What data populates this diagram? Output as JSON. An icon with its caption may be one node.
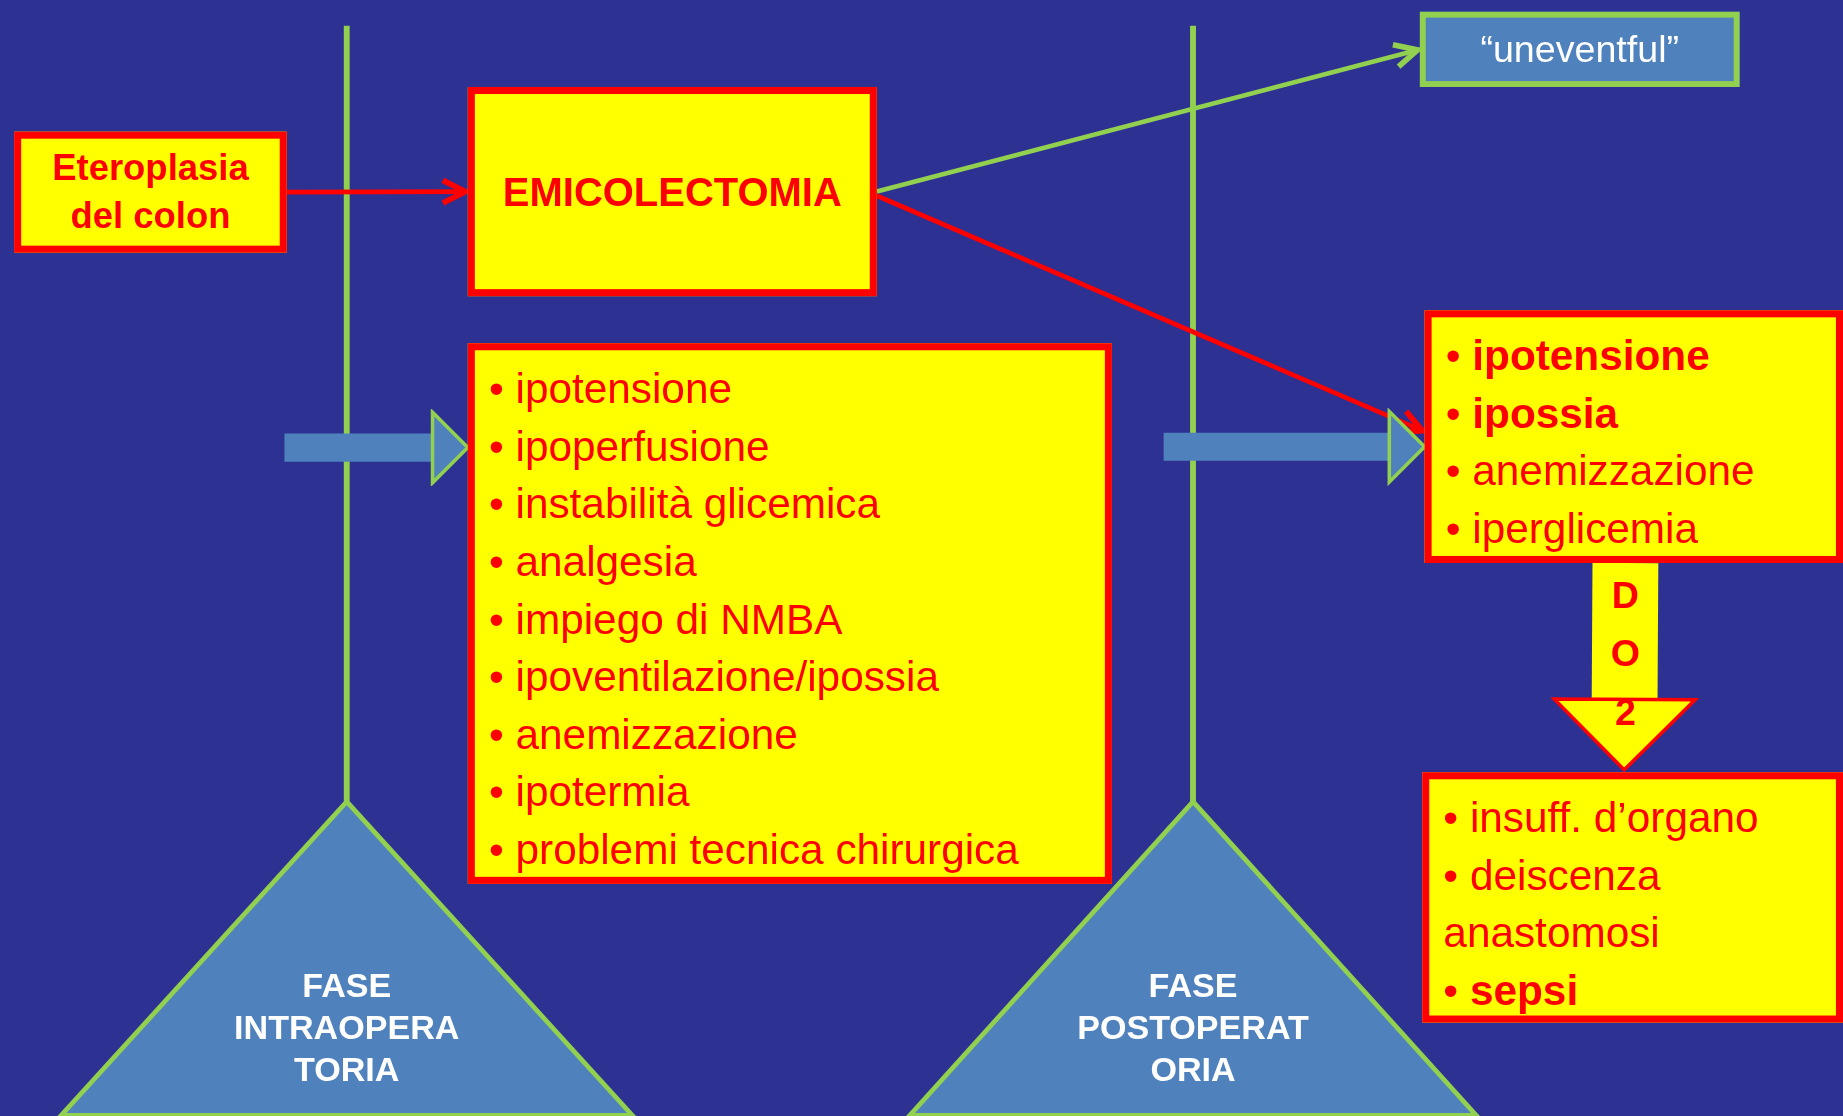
{
  "diagram": {
    "nodes": [
      {
        "text": [
          "Eteroplasia del colon"
        ]
      },
      {
        "text": [
          "EMICOLECTOMIA"
        ]
      },
      {
        "text": [
          "“uneventful”"
        ]
      },
      {
        "text": [
          "• ipotensione",
          "• ipoperfusione",
          "• instabilità glicemica",
          "• analgesia",
          "• impiego di NMBA",
          "• ipoventilazione/ipossia",
          "• anemizzazione",
          "• ipotermia",
          "• problemi tecnica chirurgica"
        ]
      },
      {
        "text": [
          "• **ipotensione**",
          "• **ipossia**",
          "• anemizzazione",
          "• iperglicemia"
        ]
      },
      {
        "text": [
          "• insuff. d’organo",
          "• deiscenza anastomosi",
          "• **sepsi**"
        ]
      },
      {
        "text": [
          "FASE INTRAOPERA TORIA"
        ]
      },
      {
        "text": [
          "FASE POSTOPERAT ORIA"
        ]
      }
    ],
    "edges": [
      {
        "from": 0,
        "to": 1,
        "arrow": "to",
        "color": "#ff0000"
      },
      {
        "from": 1,
        "to": 2,
        "arrow": "to",
        "color": "#92d050"
      },
      {
        "from": 1,
        "to": 4,
        "arrow": "to",
        "color": "#ff0000"
      },
      {
        "from": null,
        "to": 3,
        "arrow": "to",
        "style": "thick",
        "color": "#4f81bd"
      },
      {
        "from": null,
        "to": 4,
        "arrow": "to",
        "style": "thick",
        "color": "#4f81bd"
      },
      {
        "from": 4,
        "to": 5,
        "arrow": "to",
        "style": "thick",
        "color": "#ffff00",
        "label": "D O 2"
      }
    ]
  }
}
